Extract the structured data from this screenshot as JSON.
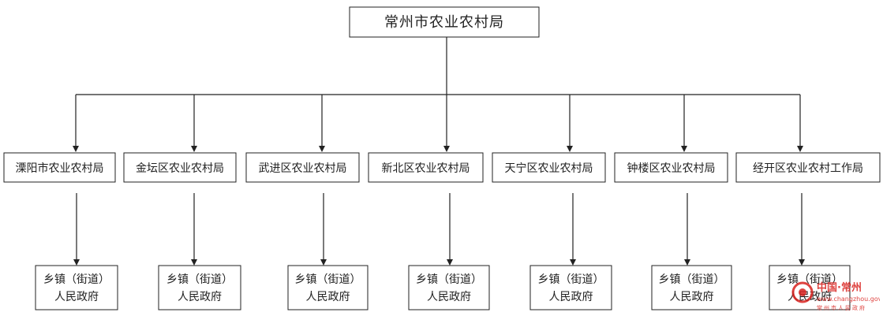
{
  "root": {
    "label": "常州市农业农村局"
  },
  "bureaus": [
    {
      "label": "溧阳市农业农村局",
      "township": [
        "乡镇（街道）",
        "人民政府"
      ]
    },
    {
      "label": "金坛区农业农村局",
      "township": [
        "乡镇（街道）",
        "人民政府"
      ]
    },
    {
      "label": "武进区农业农村局",
      "township": [
        "乡镇（街道）",
        "人民政府"
      ]
    },
    {
      "label": "新北区农业农村局",
      "township": [
        "乡镇（街道）",
        "人民政府"
      ]
    },
    {
      "label": "天宁区农业农村局",
      "township": [
        "乡镇（街道）",
        "人民政府"
      ]
    },
    {
      "label": "钟楼区农业农村局",
      "township": [
        "乡镇（街道）",
        "人民政府"
      ]
    },
    {
      "label": "经开区农业农村工作局",
      "township": [
        "乡镇（街道）",
        "人民政府"
      ]
    }
  ],
  "watermark": {
    "title": "中国·常州",
    "url": "www.changzhou.gov.cn",
    "subtitle": "常州市人民政府",
    "color": "#d9231f"
  },
  "colors": {
    "line": "#222222",
    "text": "#222222"
  }
}
